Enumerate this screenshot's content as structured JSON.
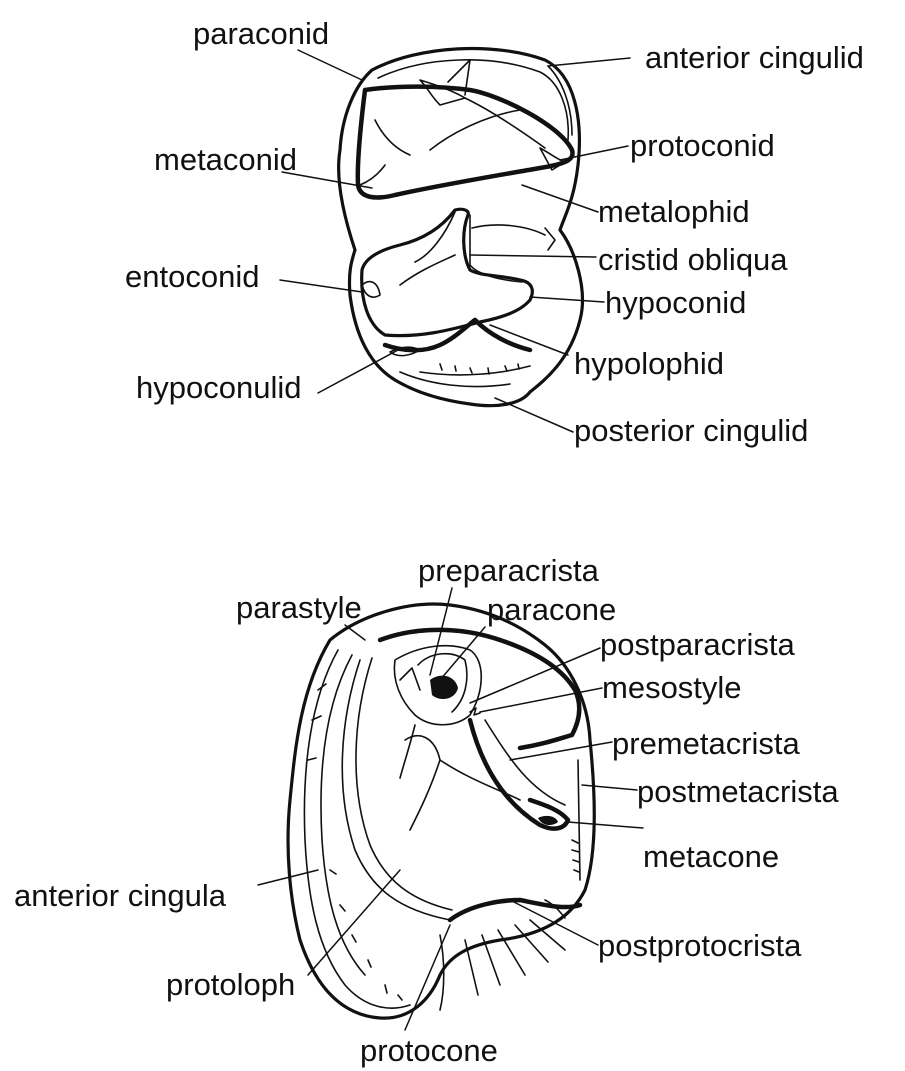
{
  "lower_molar": {
    "labels": {
      "paraconid": "paraconid",
      "anterior_cingulid": "anterior cingulid",
      "metaconid": "metaconid",
      "protoconid": "protoconid",
      "metalophid": "metalophid",
      "entoconid": "entoconid",
      "cristid_obliqua": "cristid obliqua",
      "hypoconid": "hypoconid",
      "hypoconulid": "hypoconulid",
      "hypolophid": "hypolophid",
      "posterior_cingulid": "posterior cingulid"
    }
  },
  "upper_molar": {
    "labels": {
      "preparacrista": "preparacrista",
      "parastyle": "parastyle",
      "paracone": "paracone",
      "postparacrista": "postparacrista",
      "mesostyle": "mesostyle",
      "premetacrista": "premetacrista",
      "postmetacrista": "postmetacrista",
      "metacone": "metacone",
      "anterior_cingula": "anterior cingula",
      "postprotocrista": "postprotocrista",
      "protoloph": "protoloph",
      "protocone": "protocone"
    }
  },
  "colors": {
    "ink": "#111111",
    "background": "#ffffff"
  }
}
